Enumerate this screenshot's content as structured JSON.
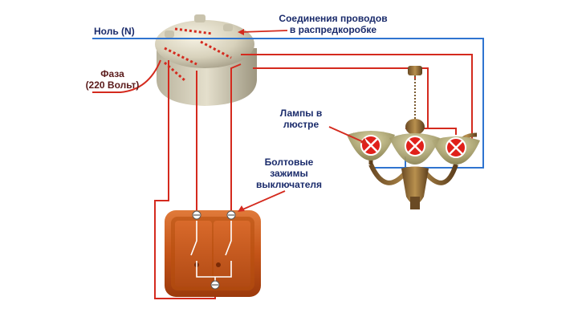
{
  "colors": {
    "neutral_wire": "#2f74d0",
    "phase_wire": "#d42a1e",
    "label_text": "#1a2b6b",
    "label_text_dark": "#5a1a1a",
    "switch_body": "#c8591d",
    "lamp_red": "#e0201a"
  },
  "labels": {
    "neutral": "Ноль (N)",
    "phase_line1": "Фаза",
    "phase_line2": "(220 Вольт)",
    "junction_line1": "Соединения проводов",
    "junction_line2": "в распредкоробке",
    "lamps_line1": "Лампы в",
    "lamps_line2": "люстре",
    "clamps_line1": "Болтовые",
    "clamps_line2": "зажимы",
    "clamps_line3": "выключателя"
  },
  "icons": {
    "junction_box": "junction-box-icon",
    "chandelier": "chandelier-icon",
    "switch": "double-switch-icon",
    "lamp": "lamp-cross-icon",
    "terminal": "bolt-terminal-icon"
  }
}
